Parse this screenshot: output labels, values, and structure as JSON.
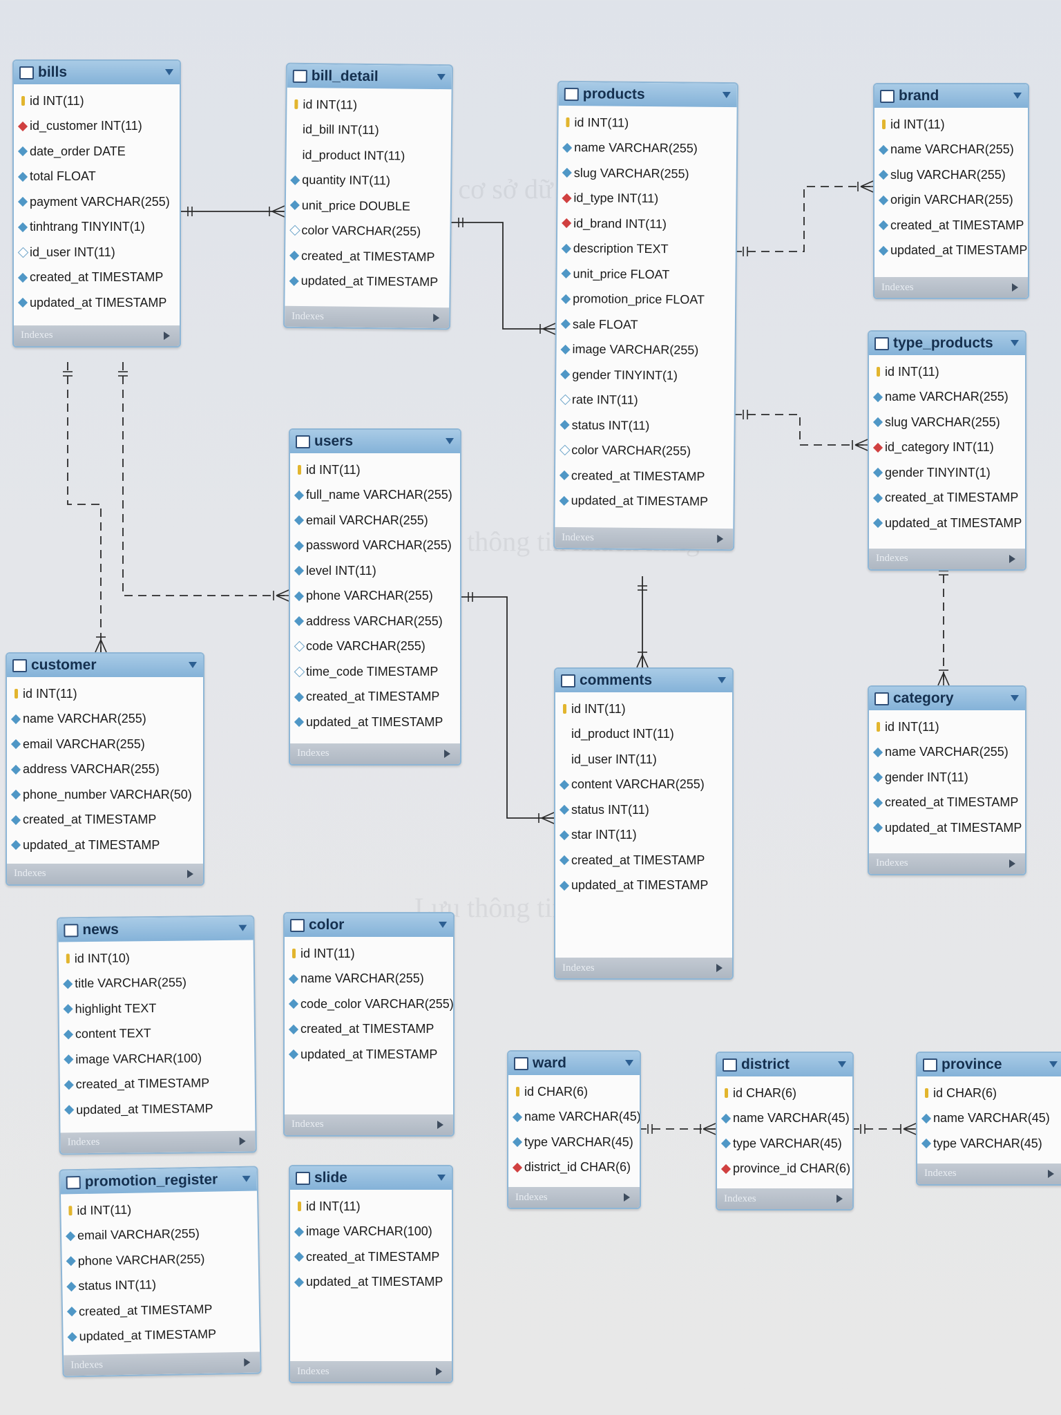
{
  "index_label": "Indexes",
  "tables": [
    {
      "id": "bills",
      "name": "bills",
      "columns": [
        {
          "k": "pk",
          "t": "id INT(11)"
        },
        {
          "k": "fk",
          "t": "id_customer INT(11)"
        },
        {
          "k": "nn",
          "t": "date_order DATE"
        },
        {
          "k": "nn",
          "t": "total FLOAT"
        },
        {
          "k": "nn",
          "t": "payment VARCHAR(255)"
        },
        {
          "k": "nn",
          "t": "tinhtrang TINYINT(1)"
        },
        {
          "k": "nl",
          "t": "id_user INT(11)"
        },
        {
          "k": "nn",
          "t": "created_at TIMESTAMP"
        },
        {
          "k": "nn",
          "t": "updated_at TIMESTAMP"
        }
      ]
    },
    {
      "id": "bill_detail",
      "name": "bill_detail",
      "columns": [
        {
          "k": "pk",
          "t": "id INT(11)"
        },
        {
          "k": "none",
          "t": "id_bill INT(11)"
        },
        {
          "k": "none",
          "t": "id_product INT(11)"
        },
        {
          "k": "nn",
          "t": "quantity INT(11)"
        },
        {
          "k": "nn",
          "t": "unit_price DOUBLE"
        },
        {
          "k": "nl",
          "t": "color VARCHAR(255)"
        },
        {
          "k": "nn",
          "t": "created_at TIMESTAMP"
        },
        {
          "k": "nn",
          "t": "updated_at TIMESTAMP"
        }
      ]
    },
    {
      "id": "products",
      "name": "products",
      "columns": [
        {
          "k": "pk",
          "t": "id INT(11)"
        },
        {
          "k": "nn",
          "t": "name VARCHAR(255)"
        },
        {
          "k": "nn",
          "t": "slug VARCHAR(255)"
        },
        {
          "k": "fk",
          "t": "id_type INT(11)"
        },
        {
          "k": "fk",
          "t": "id_brand INT(11)"
        },
        {
          "k": "nn",
          "t": "description TEXT"
        },
        {
          "k": "nn",
          "t": "unit_price FLOAT"
        },
        {
          "k": "nn",
          "t": "promotion_price FLOAT"
        },
        {
          "k": "nn",
          "t": "sale FLOAT"
        },
        {
          "k": "nn",
          "t": "image VARCHAR(255)"
        },
        {
          "k": "nn",
          "t": "gender TINYINT(1)"
        },
        {
          "k": "nl",
          "t": "rate INT(11)"
        },
        {
          "k": "nn",
          "t": "status INT(11)"
        },
        {
          "k": "nl",
          "t": "color VARCHAR(255)"
        },
        {
          "k": "nn",
          "t": "created_at TIMESTAMP"
        },
        {
          "k": "nn",
          "t": "updated_at TIMESTAMP"
        }
      ]
    },
    {
      "id": "brand",
      "name": "brand",
      "columns": [
        {
          "k": "pk",
          "t": "id INT(11)"
        },
        {
          "k": "nn",
          "t": "name VARCHAR(255)"
        },
        {
          "k": "nn",
          "t": "slug VARCHAR(255)"
        },
        {
          "k": "nn",
          "t": "origin VARCHAR(255)"
        },
        {
          "k": "nn",
          "t": "created_at TIMESTAMP"
        },
        {
          "k": "nn",
          "t": "updated_at TIMESTAMP"
        }
      ]
    },
    {
      "id": "type_products",
      "name": "type_products",
      "columns": [
        {
          "k": "pk",
          "t": "id INT(11)"
        },
        {
          "k": "nn",
          "t": "name VARCHAR(255)"
        },
        {
          "k": "nn",
          "t": "slug VARCHAR(255)"
        },
        {
          "k": "fk",
          "t": "id_category INT(11)"
        },
        {
          "k": "nn",
          "t": "gender TINYINT(1)"
        },
        {
          "k": "nn",
          "t": "created_at TIMESTAMP"
        },
        {
          "k": "nn",
          "t": "updated_at TIMESTAMP"
        }
      ]
    },
    {
      "id": "users",
      "name": "users",
      "columns": [
        {
          "k": "pk",
          "t": "id INT(11)"
        },
        {
          "k": "nn",
          "t": "full_name VARCHAR(255)"
        },
        {
          "k": "nn",
          "t": "email VARCHAR(255)"
        },
        {
          "k": "nn",
          "t": "password VARCHAR(255)"
        },
        {
          "k": "nn",
          "t": "level INT(11)"
        },
        {
          "k": "nn",
          "t": "phone VARCHAR(255)"
        },
        {
          "k": "nn",
          "t": "address VARCHAR(255)"
        },
        {
          "k": "nl",
          "t": "code VARCHAR(255)"
        },
        {
          "k": "nl",
          "t": "time_code TIMESTAMP"
        },
        {
          "k": "nn",
          "t": "created_at TIMESTAMP"
        },
        {
          "k": "nn",
          "t": "updated_at TIMESTAMP"
        }
      ]
    },
    {
      "id": "customer",
      "name": "customer",
      "columns": [
        {
          "k": "pk",
          "t": "id INT(11)"
        },
        {
          "k": "nn",
          "t": "name VARCHAR(255)"
        },
        {
          "k": "nn",
          "t": "email VARCHAR(255)"
        },
        {
          "k": "nn",
          "t": "address VARCHAR(255)"
        },
        {
          "k": "nn",
          "t": "phone_number VARCHAR(50)"
        },
        {
          "k": "nn",
          "t": "created_at TIMESTAMP"
        },
        {
          "k": "nn",
          "t": "updated_at TIMESTAMP"
        }
      ]
    },
    {
      "id": "comments",
      "name": "comments",
      "columns": [
        {
          "k": "pk",
          "t": "id INT(11)"
        },
        {
          "k": "none",
          "t": "id_product INT(11)"
        },
        {
          "k": "none",
          "t": "id_user INT(11)"
        },
        {
          "k": "nn",
          "t": "content VARCHAR(255)"
        },
        {
          "k": "nn",
          "t": "status INT(11)"
        },
        {
          "k": "nn",
          "t": "star INT(11)"
        },
        {
          "k": "nn",
          "t": "created_at TIMESTAMP"
        },
        {
          "k": "nn",
          "t": "updated_at TIMESTAMP"
        }
      ]
    },
    {
      "id": "category",
      "name": "category",
      "columns": [
        {
          "k": "pk",
          "t": "id INT(11)"
        },
        {
          "k": "nn",
          "t": "name VARCHAR(255)"
        },
        {
          "k": "nn",
          "t": "gender INT(11)"
        },
        {
          "k": "nn",
          "t": "created_at TIMESTAMP"
        },
        {
          "k": "nn",
          "t": "updated_at TIMESTAMP"
        }
      ]
    },
    {
      "id": "news",
      "name": "news",
      "columns": [
        {
          "k": "pk",
          "t": "id INT(10)"
        },
        {
          "k": "nn",
          "t": "title VARCHAR(255)"
        },
        {
          "k": "nn",
          "t": "highlight TEXT"
        },
        {
          "k": "nn",
          "t": "content TEXT"
        },
        {
          "k": "nn",
          "t": "image VARCHAR(100)"
        },
        {
          "k": "nn",
          "t": "created_at TIMESTAMP"
        },
        {
          "k": "nn",
          "t": "updated_at TIMESTAMP"
        }
      ]
    },
    {
      "id": "color",
      "name": "color",
      "columns": [
        {
          "k": "pk",
          "t": "id INT(11)"
        },
        {
          "k": "nn",
          "t": "name VARCHAR(255)"
        },
        {
          "k": "nn",
          "t": "code_color VARCHAR(255)"
        },
        {
          "k": "nn",
          "t": "created_at TIMESTAMP"
        },
        {
          "k": "nn",
          "t": "updated_at TIMESTAMP"
        }
      ]
    },
    {
      "id": "promotion_register",
      "name": "promotion_register",
      "columns": [
        {
          "k": "pk",
          "t": "id INT(11)"
        },
        {
          "k": "nn",
          "t": "email VARCHAR(255)"
        },
        {
          "k": "nn",
          "t": "phone VARCHAR(255)"
        },
        {
          "k": "nn",
          "t": "status INT(11)"
        },
        {
          "k": "nn",
          "t": "created_at TIMESTAMP"
        },
        {
          "k": "nn",
          "t": "updated_at TIMESTAMP"
        }
      ]
    },
    {
      "id": "slide",
      "name": "slide",
      "columns": [
        {
          "k": "pk",
          "t": "id INT(11)"
        },
        {
          "k": "nn",
          "t": "image VARCHAR(100)"
        },
        {
          "k": "nn",
          "t": "created_at TIMESTAMP"
        },
        {
          "k": "nn",
          "t": "updated_at TIMESTAMP"
        }
      ]
    },
    {
      "id": "ward",
      "name": "ward",
      "columns": [
        {
          "k": "pk",
          "t": "id CHAR(6)"
        },
        {
          "k": "nn",
          "t": "name VARCHAR(45)"
        },
        {
          "k": "nn",
          "t": "type VARCHAR(45)"
        },
        {
          "k": "fk",
          "t": "district_id CHAR(6)"
        }
      ]
    },
    {
      "id": "district",
      "name": "district",
      "columns": [
        {
          "k": "pk",
          "t": "id CHAR(6)"
        },
        {
          "k": "nn",
          "t": "name VARCHAR(45)"
        },
        {
          "k": "nn",
          "t": "type VARCHAR(45)"
        },
        {
          "k": "fk",
          "t": "province_id CHAR(6)"
        }
      ]
    },
    {
      "id": "province",
      "name": "province",
      "columns": [
        {
          "k": "pk",
          "t": "id CHAR(6)"
        },
        {
          "k": "nn",
          "t": "name VARCHAR(45)"
        },
        {
          "k": "nn",
          "t": "type VARCHAR(45)"
        }
      ]
    }
  ],
  "relationships": [
    {
      "from": "bills",
      "to": "bill_detail",
      "style": "solid"
    },
    {
      "from": "bill_detail",
      "to": "products",
      "style": "solid"
    },
    {
      "from": "products",
      "to": "brand",
      "style": "dashed"
    },
    {
      "from": "products",
      "to": "type_products",
      "style": "dashed"
    },
    {
      "from": "type_products",
      "to": "category",
      "style": "dashed"
    },
    {
      "from": "products",
      "to": "comments",
      "style": "solid"
    },
    {
      "from": "users",
      "to": "comments",
      "style": "solid"
    },
    {
      "from": "bills",
      "to": "customer",
      "style": "dashed"
    },
    {
      "from": "bills",
      "to": "users",
      "style": "dashed"
    },
    {
      "from": "ward",
      "to": "district",
      "style": "dashed"
    },
    {
      "from": "district",
      "to": "province",
      "style": "dashed"
    }
  ]
}
